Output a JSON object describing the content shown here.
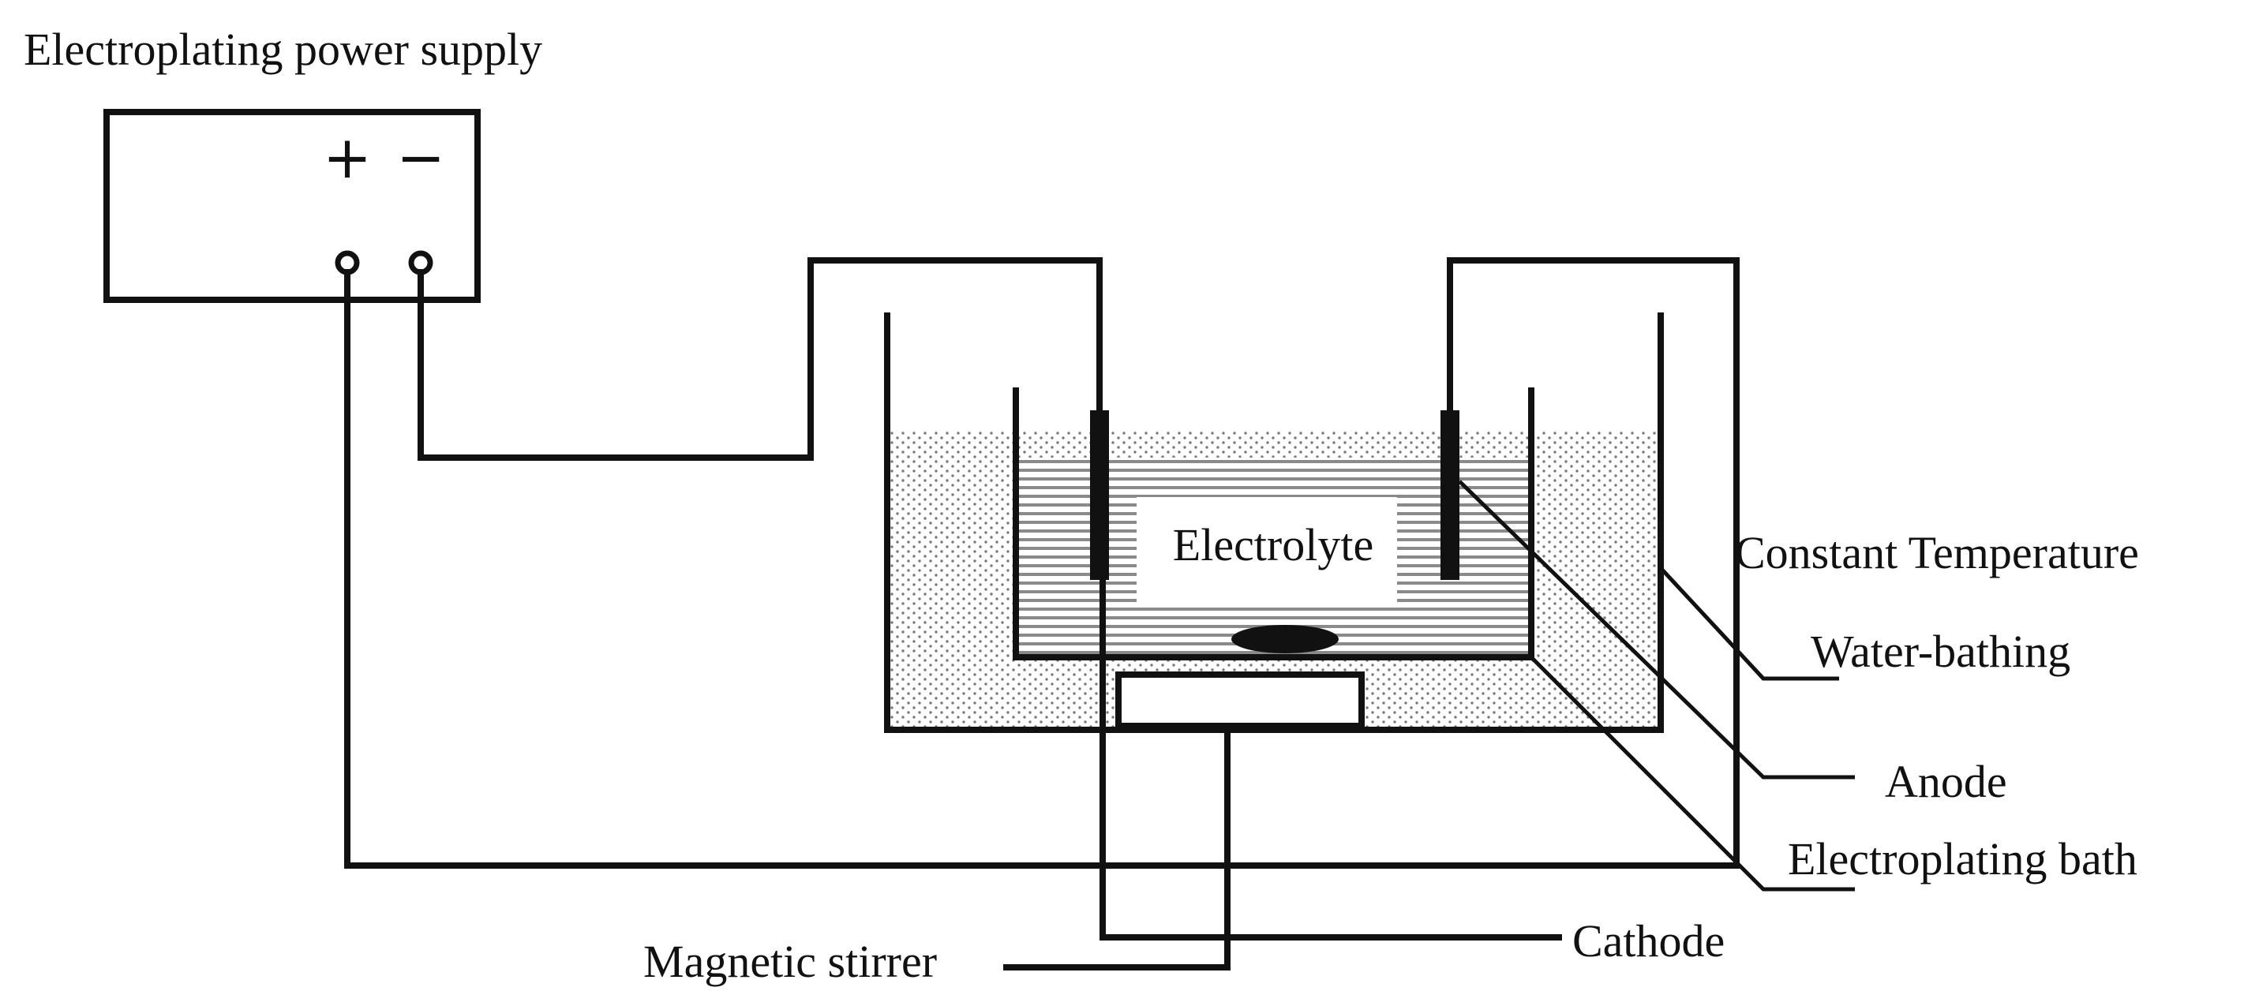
{
  "labels": {
    "power_supply": "Electroplating power supply",
    "electrolyte": "Electrolyte",
    "constant_temperature": "Constant Temperature",
    "water_bathing": "Water-bathing",
    "anode": "Anode",
    "electroplating_bath": "Electroplating bath",
    "cathode": "Cathode",
    "magnetic_stirrer": "Magnetic stirrer"
  },
  "terminals": {
    "positive": "+",
    "negative": "−"
  }
}
